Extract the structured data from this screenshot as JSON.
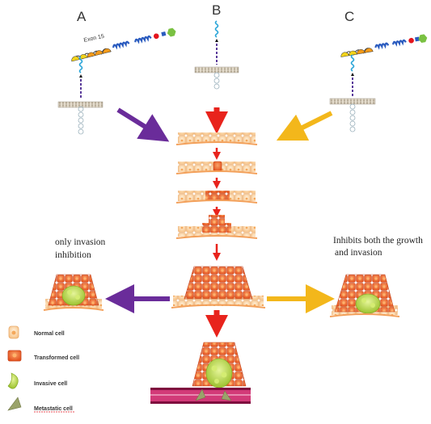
{
  "panels": {
    "a": "A",
    "b": "B",
    "c": "C"
  },
  "exon_label": "Exon 15",
  "left_note": [
    "only invasion",
    "inhibition"
  ],
  "right_note": [
    "Inhibits both the growth",
    "and invasion"
  ],
  "legend": {
    "normal": "Normal cell",
    "transformed": "Transformed cell",
    "invasive": "Invasive cell",
    "metastatic": "Metastatic cell"
  },
  "colors": {
    "purple_arrow": "#6a2c9a",
    "yellow_arrow": "#f3b71b",
    "red_arrow": "#e8231c",
    "normal_cell": "#fbd7a6",
    "transformed_cell": "#f27a3a",
    "invasive_cell": "#bcd94a",
    "vessel": "#c2185b"
  }
}
